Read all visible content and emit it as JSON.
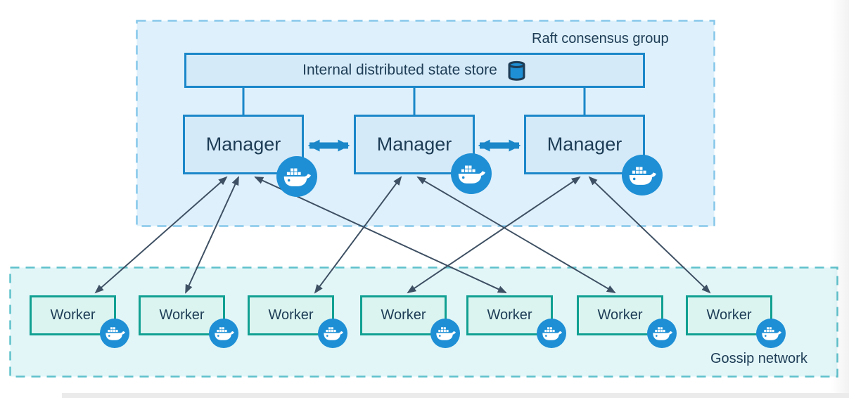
{
  "raft_group": {
    "label": "Raft consensus group",
    "state_store": {
      "label": "Internal distributed state store",
      "icon": "database-cylinder-icon"
    },
    "managers": [
      {
        "label": "Manager",
        "icon": "docker-whale-icon"
      },
      {
        "label": "Manager",
        "icon": "docker-whale-icon"
      },
      {
        "label": "Manager",
        "icon": "docker-whale-icon"
      }
    ]
  },
  "gossip_network": {
    "label": "Gossip network",
    "workers": [
      {
        "label": "Worker",
        "icon": "docker-whale-icon"
      },
      {
        "label": "Worker",
        "icon": "docker-whale-icon"
      },
      {
        "label": "Worker",
        "icon": "docker-whale-icon"
      },
      {
        "label": "Worker",
        "icon": "docker-whale-icon"
      },
      {
        "label": "Worker",
        "icon": "docker-whale-icon"
      },
      {
        "label": "Worker",
        "icon": "docker-whale-icon"
      },
      {
        "label": "Worker",
        "icon": "docker-whale-icon"
      }
    ]
  },
  "connections": {
    "state_store_to_managers": [
      "manager-1",
      "manager-2",
      "manager-3"
    ],
    "manager_peer_links": [
      {
        "from": "manager-1",
        "to": "manager-2",
        "style": "thick-double-arrow"
      },
      {
        "from": "manager-2",
        "to": "manager-3",
        "style": "thick-double-arrow"
      }
    ],
    "manager_worker_links": [
      {
        "from": "manager-1",
        "to": "worker-1",
        "style": "thin-double-arrow"
      },
      {
        "from": "manager-1",
        "to": "worker-2",
        "style": "thin-double-arrow"
      },
      {
        "from": "manager-1",
        "to": "worker-5",
        "style": "thin-double-arrow"
      },
      {
        "from": "manager-2",
        "to": "worker-3",
        "style": "thin-double-arrow"
      },
      {
        "from": "manager-2",
        "to": "worker-6",
        "style": "thin-double-arrow"
      },
      {
        "from": "manager-3",
        "to": "worker-4",
        "style": "thin-double-arrow"
      },
      {
        "from": "manager-3",
        "to": "worker-7",
        "style": "thin-double-arrow"
      }
    ]
  },
  "colors": {
    "raft_fill": "#def0fb",
    "raft_dash": "#86c7ea",
    "blue_border": "#1b87c9",
    "blue_node_fill": "#d5eaf8",
    "gossip_fill": "#e2f6f8",
    "gossip_dash": "#5fc1cb",
    "worker_border": "#11a092",
    "worker_fill": "#dbf4f0",
    "whale_badge": "#1e8fd5",
    "thin_arrow": "#3e5063",
    "text": "#1d3c55"
  }
}
